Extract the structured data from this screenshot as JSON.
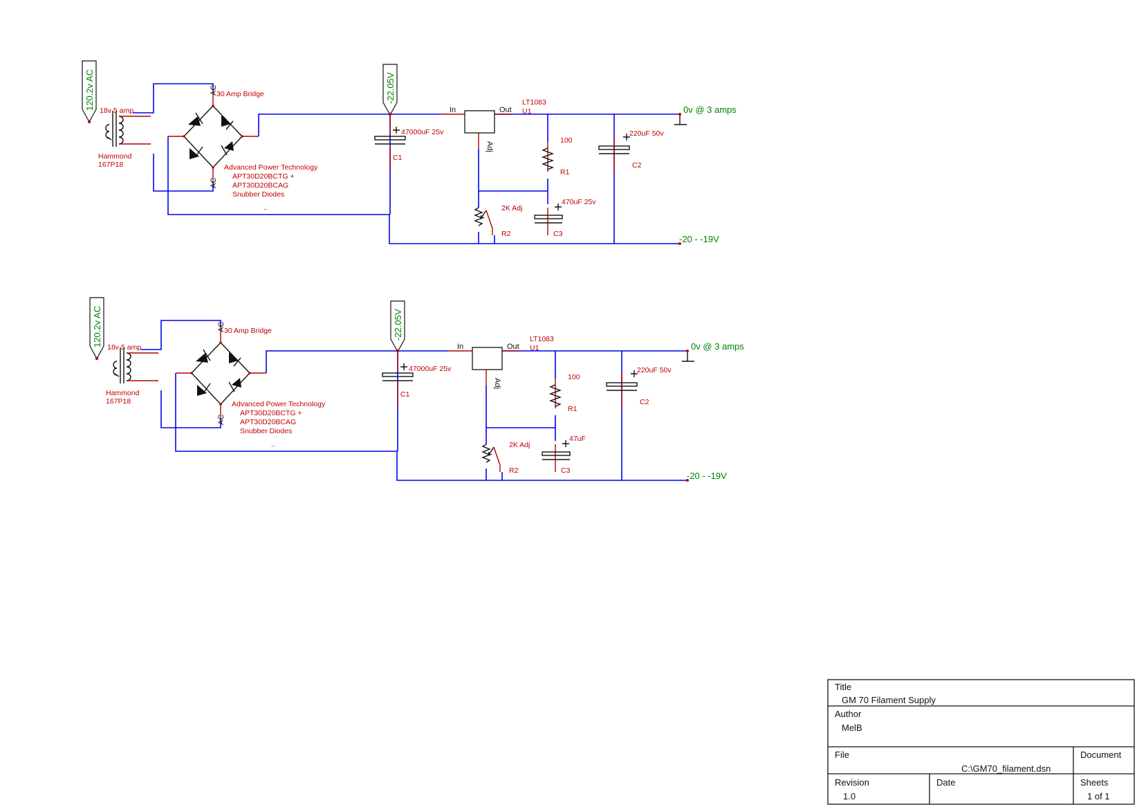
{
  "circuits": [
    {
      "ac_label": "120.2v AC",
      "transformer_rating": "18v 5 amp",
      "transformer_make": "Hammond",
      "transformer_model": "167P18",
      "bridge_label": "30 Amp Bridge",
      "ac_pin": "AC",
      "diode_note_1": "Advanced Power Technology",
      "diode_note_2": "APT30D20BCTG +",
      "diode_note_3": "APT30D20BCAG",
      "diode_note_4": "Snubber Diodes",
      "dots": "..",
      "dc_label": "-22.05V",
      "c1_value": "47000uF 25v",
      "c1_ref": "C1",
      "reg_in": "In",
      "reg_out": "Out",
      "reg_adj": "Adj",
      "reg_part": "LT1083",
      "reg_ref": "U1",
      "r1_value": "100",
      "r1_ref": "R1",
      "r2_value": "2K Adj",
      "r2_ref": "R2",
      "c3_value": "470uF 25v",
      "c3_ref": "C3",
      "c2_value": "220uF  50v",
      "c2_ref": "C2",
      "out_pos": "0v @ 3 amps",
      "out_neg": "-20 - -19V"
    },
    {
      "ac_label": "120.2v AC",
      "transformer_rating": "18v 5 amp",
      "transformer_make": "Hammond",
      "transformer_model": "167P18",
      "bridge_label": "30 Amp Bridge",
      "ac_pin": "AC",
      "diode_note_1": "Advanced Power Technology",
      "diode_note_2": "APT30D20BCTG +",
      "diode_note_3": "APT30D20BCAG",
      "diode_note_4": "Snubber Diodes",
      "dots": "..",
      "dc_label": "-22.05V",
      "c1_value": "47000uF 25v",
      "c1_ref": "C1",
      "reg_in": "In",
      "reg_out": "Out",
      "reg_adj": "Adj",
      "reg_part": "LT1083",
      "reg_ref": "U1",
      "r1_value": "100",
      "r1_ref": "R1",
      "r2_value": "2K Adj",
      "r2_ref": "R2",
      "c3_value": "47uF",
      "c3_ref": "C3",
      "c2_value": "220uF  50v",
      "c2_ref": "C2",
      "out_pos": "0v @ 3 amps",
      "out_neg": "-20 - -19V"
    }
  ],
  "title_block": {
    "title_label": "Title",
    "title_value": "GM 70 Filament Supply",
    "author_label": "Author",
    "author_value": "MelB",
    "file_label": "File",
    "file_value": "C:\\GM70_filament.dsn",
    "document_label": "Document",
    "revision_label": "Revision",
    "revision_value": "1.0",
    "date_label": "Date",
    "sheets_label": "Sheets",
    "sheets_value": "1 of 1"
  },
  "colors": {
    "wire": "#0000ee",
    "component": "#b00000",
    "net_label": "#008000"
  }
}
